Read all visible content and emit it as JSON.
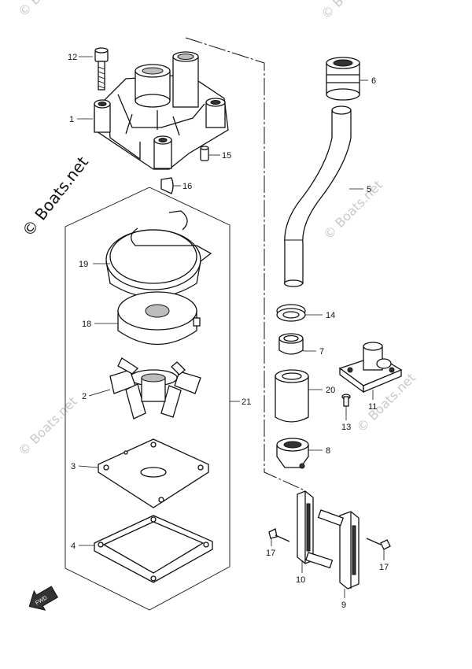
{
  "watermark": {
    "main": "© Boats.net",
    "faint": "© Boats.net"
  },
  "callouts": {
    "p1": "1",
    "p2": "2",
    "p3": "3",
    "p4": "4",
    "p5": "5",
    "p6": "6",
    "p7": "7",
    "p8": "8",
    "p9": "9",
    "p10": "10",
    "p11": "11",
    "p12": "12",
    "p13": "13",
    "p14": "14",
    "p15": "15",
    "p16": "16",
    "p17a": "17",
    "p17b": "17",
    "p18": "18",
    "p19": "19",
    "p20": "20",
    "p21": "21"
  },
  "fwd_label": "FWD"
}
